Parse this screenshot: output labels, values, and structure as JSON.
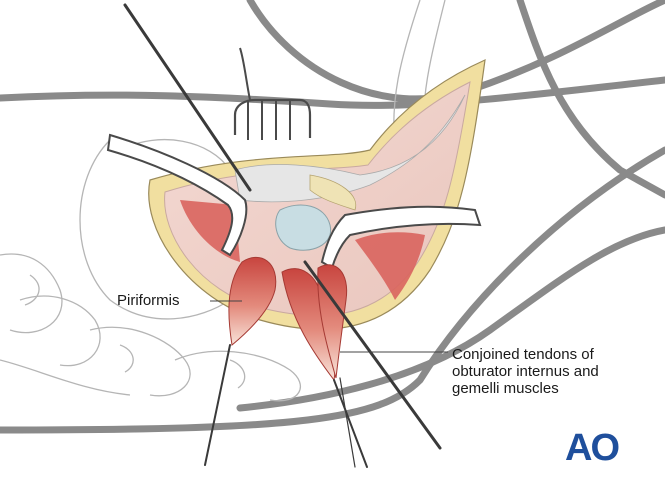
{
  "labels": {
    "piriformis": "Piriformis",
    "conjoined_line1": "Conjoined tendons of",
    "conjoined_line2": "obturator internus and",
    "conjoined_line3": "gemelli muscles"
  },
  "logo": {
    "text": "AO",
    "color": "#1f4f9c"
  },
  "colors": {
    "outline": "#8a8a8a",
    "muscle": "#d9645e",
    "muscle_light": "#f2c0b4",
    "fat": "#f1dfa0",
    "instrument": "#3a3a3a"
  }
}
